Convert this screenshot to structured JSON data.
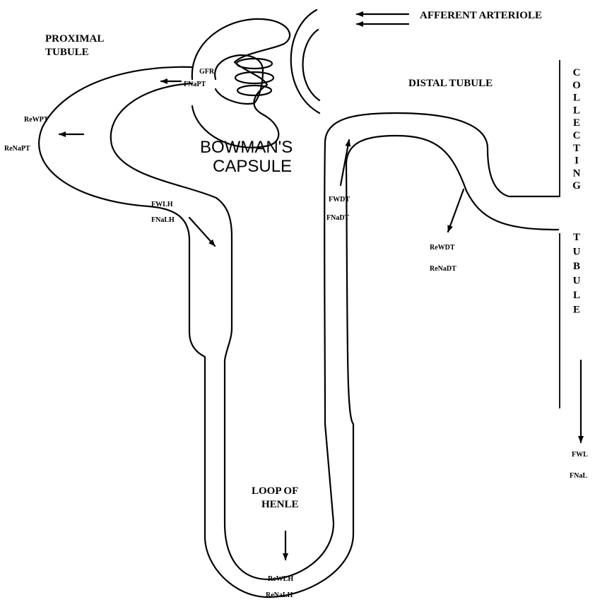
{
  "labels": {
    "afferent": "AFFERENT ARTERIOLE",
    "proximal_1": "PROXIMAL",
    "proximal_2": "TUBULE",
    "distal": "DISTAL TUBULE",
    "bowman_1": "BOWMAN'S",
    "bowman_2": "CAPSULE",
    "loop_1": "LOOP OF",
    "loop_2": "HENLE",
    "gfr": "GFR",
    "f_na_pt": "FNaPT",
    "re_w_pt": "ReWPT",
    "re_na_pt": "ReNaPT",
    "f_w_lh": "FWLH",
    "f_na_lh": "FNaLH",
    "f_w_dt": "FWDT",
    "f_na_dt": "FNaDT",
    "re_w_dt": "ReWDT",
    "re_na_dt": "ReNaDT",
    "re_w_lh": "ReWLH",
    "re_na_lh": "ReNaLH",
    "f_w_l": "FWL",
    "f_na_l": "FNaL",
    "collecting": "COLLECTING",
    "tubule_vert": "TUBULE"
  }
}
